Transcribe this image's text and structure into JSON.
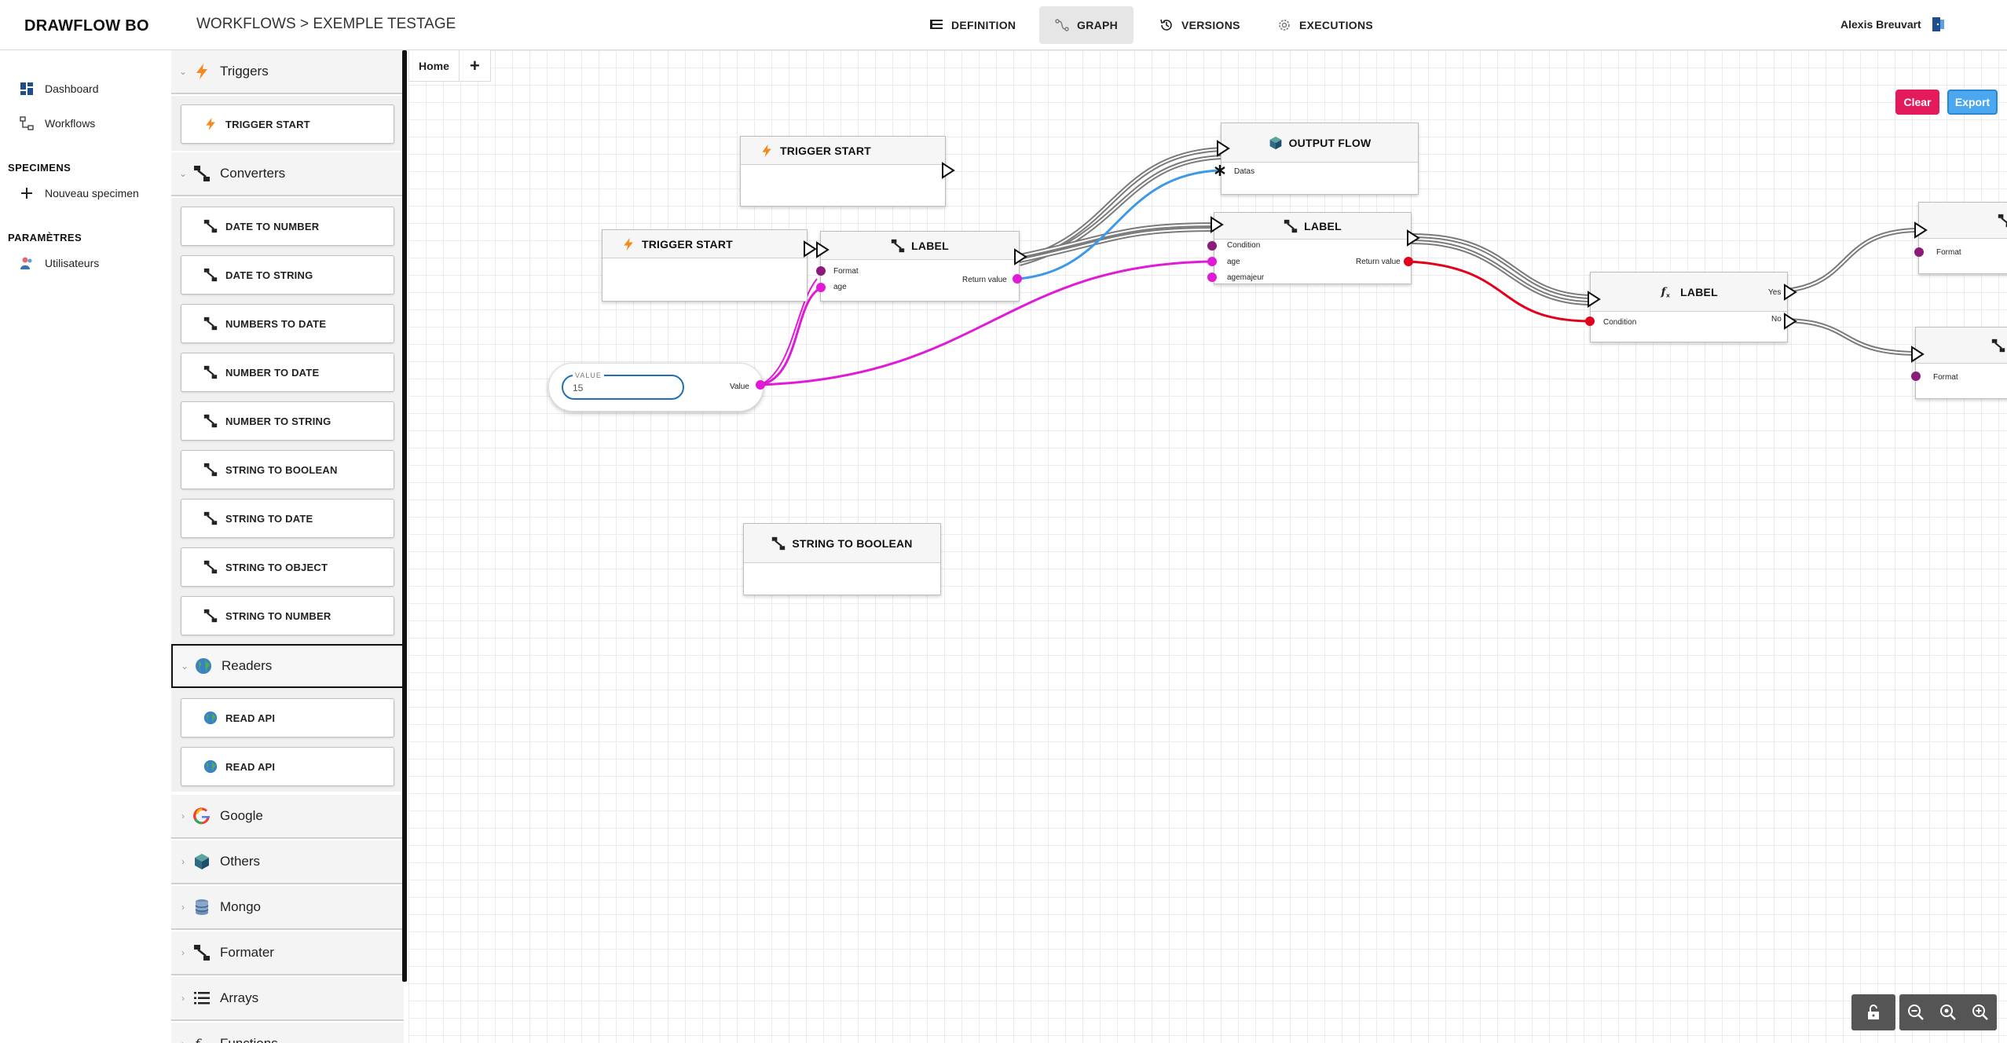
{
  "app": {
    "brand": "DRAWFLOW BO",
    "breadcrumb": "WORKFLOWS > EXEMPLE TESTAGE"
  },
  "top_tabs": {
    "definition": "DEFINITION",
    "graph": "GRAPH",
    "versions": "VERSIONS",
    "executions": "EXECUTIONS"
  },
  "user": {
    "name": "Alexis Breuvart"
  },
  "nav": {
    "dashboard": "Dashboard",
    "workflows": "Workflows",
    "specimens_section": "SPECIMENS",
    "new_specimen": "Nouveau specimen",
    "params_section": "PARAMÈTRES",
    "users": "Utilisateurs"
  },
  "palette": {
    "groups": {
      "triggers": "Triggers",
      "converters": "Converters",
      "readers": "Readers",
      "google": "Google",
      "others": "Others",
      "mongo": "Mongo",
      "formater": "Formater",
      "arrays": "Arrays",
      "functions": "Functions"
    },
    "trigger_items": [
      "TRIGGER START"
    ],
    "converter_items": [
      "DATE TO NUMBER",
      "DATE TO STRING",
      "NUMBERS TO DATE",
      "NUMBER TO DATE",
      "NUMBER TO STRING",
      "STRING TO BOOLEAN",
      "STRING TO DATE",
      "STRING TO OBJECT",
      "STRING TO NUMBER"
    ],
    "reader_items": [
      "READ API",
      "READ API"
    ]
  },
  "canvas": {
    "home_tab": "Home",
    "add_tab": "+",
    "clear": "Clear",
    "export": "Export",
    "nodes": {
      "trigger1": {
        "title": "TRIGGER START"
      },
      "trigger2": {
        "title": "TRIGGER START"
      },
      "label1": {
        "title": "LABEL",
        "in1": "Format",
        "in2": "age",
        "out": "Return value"
      },
      "output": {
        "title": "OUTPUT FLOW",
        "in1": "Datas"
      },
      "label2": {
        "title": "LABEL",
        "in1": "Condition",
        "in2": "age",
        "in3": "agemajeur",
        "out": "Return value"
      },
      "fxlabel": {
        "title": "LABEL",
        "in1": "Condition",
        "out1": "Yes",
        "out2": "No"
      },
      "right1": {
        "in1": "Format"
      },
      "right2": {
        "in1": "Format"
      },
      "string_bool": {
        "title": "STRING TO BOOLEAN"
      },
      "value": {
        "caption": "VALUE",
        "input": "15",
        "out": "Value"
      }
    }
  },
  "colors": {
    "clear": "#e31b5a",
    "export": "#4ba8f0",
    "wire_magenta": "#e01ad6",
    "wire_red": "#e3001b",
    "wire_blue": "#3c99e8"
  }
}
